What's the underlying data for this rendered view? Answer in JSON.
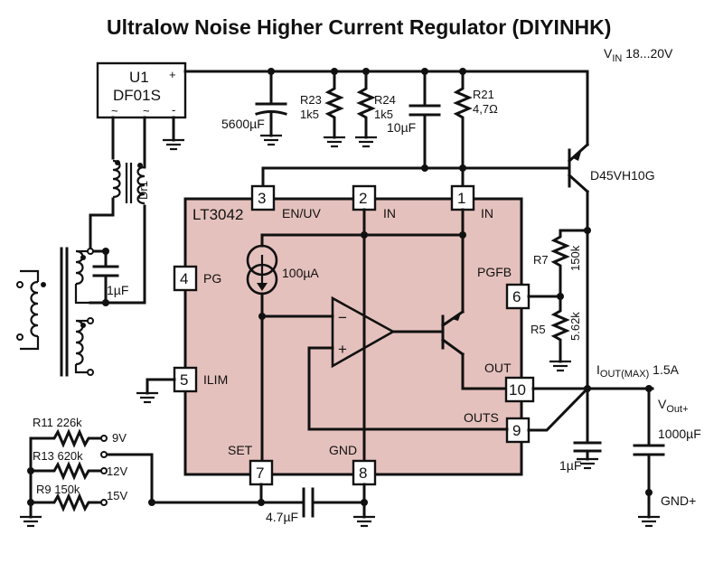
{
  "title": "Ultralow Noise Higher Current Regulator (DIYINHK)",
  "vin": {
    "label": "V",
    "sub": "IN",
    "value": " 18...20V"
  },
  "bridge": {
    "name": "U1",
    "part": "DF01S",
    "plus": "+",
    "minus": "-",
    "ac1": "~",
    "ac2": "~"
  },
  "choke": {
    "name": "Dr1"
  },
  "caps": {
    "c5600": "5600µF",
    "c10": "10µF",
    "c1_input": "1µF",
    "c1_out": "1µF",
    "c4_7": "4.7µF",
    "c1000": "1000µF"
  },
  "resistors": {
    "r23_name": "R23",
    "r23_val": "1k5",
    "r24_name": "R24",
    "r24_val": "1k5",
    "r21_name": "R21",
    "r21_val": "4,7Ω",
    "r7_name": "R7",
    "r7_val": "150k",
    "r5_name": "R5",
    "r5_val": "5.62k",
    "r11": "R11 226k",
    "r13": "R13 620k",
    "r9": "R9  150k"
  },
  "transistor": "D45VH10G",
  "ic": {
    "name": "LT3042",
    "current_source": "100µA",
    "pins": {
      "p1": "1",
      "p2": "2",
      "p3": "3",
      "p4": "4",
      "p5": "5",
      "p6": "6",
      "p7": "7",
      "p8": "8",
      "p9": "9",
      "p10": "10"
    },
    "pin_labels": {
      "in1": "IN",
      "in2": "IN",
      "en": "EN/UV",
      "pg": "PG",
      "ilim": "ILIM",
      "pgfb": "PGFB",
      "out": "OUT",
      "outs": "OUTS",
      "set": "SET",
      "gnd": "GND"
    }
  },
  "voltages": {
    "v9": "9V",
    "v12": "12V",
    "v15": "15V"
  },
  "iout": {
    "label": "I",
    "sub": "OUT(MAX)",
    "value": " 1.5A"
  },
  "vout": {
    "label": "V",
    "sub": "Out+"
  },
  "gnd_plus": "GND+",
  "opamp": {
    "minus": "−",
    "plus": "+"
  }
}
